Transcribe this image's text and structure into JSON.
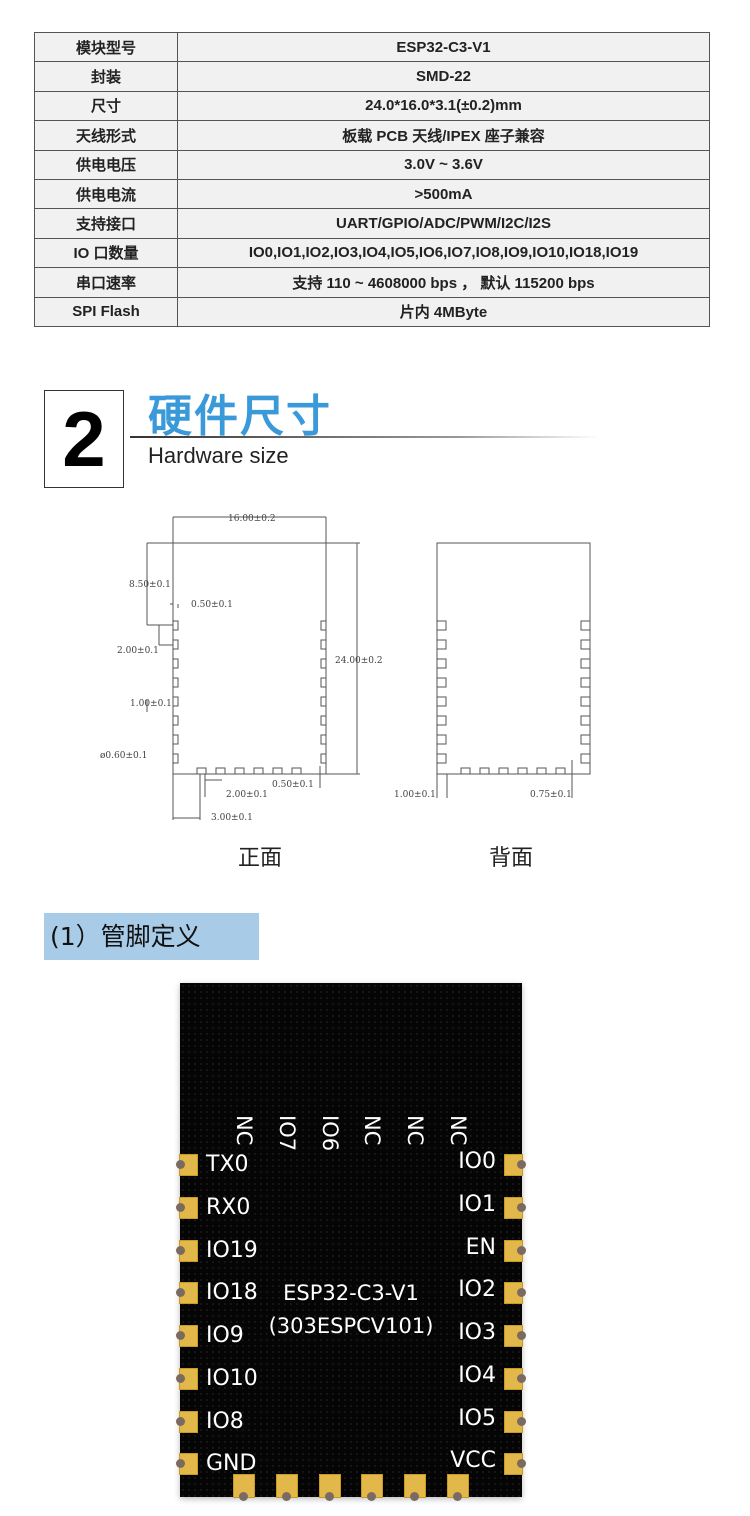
{
  "spec_table": [
    {
      "k": "模块型号",
      "v": "ESP32-C3-V1"
    },
    {
      "k": "封装",
      "v": "SMD-22"
    },
    {
      "k": "尺寸",
      "v": "24.0*16.0*3.1(±0.2)mm"
    },
    {
      "k": "天线形式",
      "v": "板载 PCB 天线/IPEX 座子兼容"
    },
    {
      "k": "供电电压",
      "v": "3.0V ~ 3.6V"
    },
    {
      "k": "供电电流",
      "v": ">500mA"
    },
    {
      "k": "支持接口",
      "v": "UART/GPIO/ADC/PWM/I2C/I2S"
    },
    {
      "k": "IO 口数量",
      "v": "IO0,IO1,IO2,IO3,IO4,IO5,IO6,IO7,IO8,IO9,IO10,IO18,IO19"
    },
    {
      "k": "串口速率",
      "v": "支持 110 ~ 4608000 bps ， 默认 115200 bps"
    },
    {
      "k": "SPI Flash",
      "v": "片内 4MByte"
    }
  ],
  "section2": {
    "number": "2",
    "title": "硬件尺寸",
    "subtitle": "Hardware size"
  },
  "drawing": {
    "dims": {
      "width": "16.00±0.2",
      "height": "24.00±0.2",
      "top": "8.50±0.1",
      "edge": "0.50±0.1",
      "pitch": "2.00±0.1",
      "pad": "1.00±0.1",
      "hole": "ø0.60±0.1",
      "bottom_pitch": "2.00±0.1",
      "bottom_edge": "0.50±0.1",
      "bottom_offset": "3.00±0.1",
      "back_left": "1.00±0.1",
      "back_right": "0.75±0.1"
    },
    "front_label": "正面",
    "back_label": "背面"
  },
  "pin_section": {
    "heading": "(1）管脚定义"
  },
  "module": {
    "name": "ESP32-C3-V1",
    "code": "(303ESPCV101)",
    "top_pins": [
      "NC",
      "IO7",
      "IO6",
      "NC",
      "NC",
      "NC"
    ],
    "left_pins": [
      "TX0",
      "RX0",
      "IO19",
      "IO18",
      "IO9",
      "IO10",
      "IO8",
      "GND"
    ],
    "right_pins": [
      "IO0",
      "IO1",
      "EN",
      "IO2",
      "IO3",
      "IO4",
      "IO5",
      "VCC"
    ],
    "pad_color": "#e2b84a"
  }
}
